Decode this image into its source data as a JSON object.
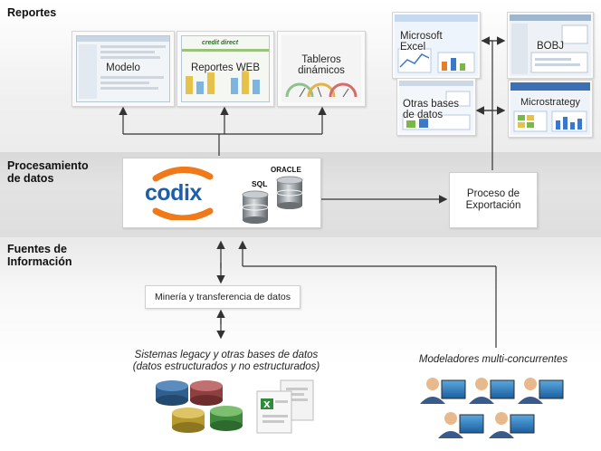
{
  "sections": {
    "reportes": "Reportes",
    "procesamiento": "Procesamiento\nde datos",
    "fuentes": "Fuentes de\nInformación"
  },
  "reportes": {
    "modelo": "Modelo",
    "reportes_web": "Reportes WEB",
    "reportes_web_banner": "credit direct",
    "tableros": "Tableros\ndinámicos",
    "excel": "Microsoft\nExcel",
    "bobj": "BOBJ",
    "otras": "Otras bases\nde datos",
    "microstrategy": "Microstrategy"
  },
  "procesamiento": {
    "logo": "codix",
    "sql": "SQL",
    "oracle": "ORACLE",
    "exportacion": "Proceso de\nExportación"
  },
  "fuentes": {
    "mineria": "Minería y transferencia de datos",
    "sistemas": "Sistemas legacy y otras bases de datos\n(datos estructurados y no estructurados)",
    "modeladores": "Modeladores multi-concurrentes"
  },
  "colors": {
    "codix_orange": "#f07a1a",
    "codix_blue": "#1f5ea8",
    "arrow": "#333333"
  }
}
